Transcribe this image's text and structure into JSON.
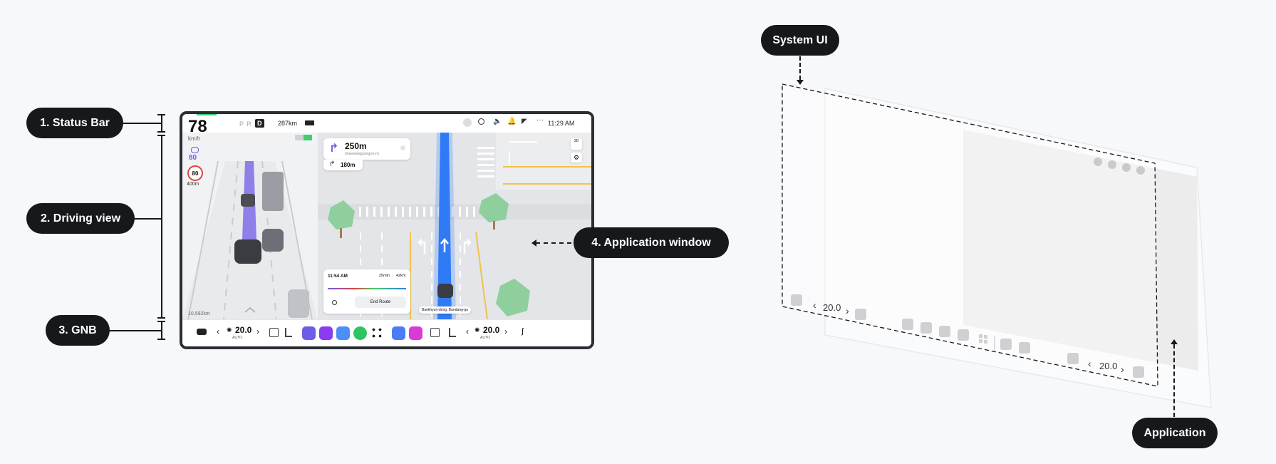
{
  "labels": {
    "status_bar": "1. Status Bar",
    "driving_view": "2. Driving view",
    "gnb": "3. GNB",
    "application_window": "4. Application  window",
    "system_ui": "System UI",
    "application": "Application"
  },
  "screen": {
    "speed": "78",
    "speed_unit": "km/h",
    "gears": "P R N",
    "gear_active": "D",
    "range": "287km",
    "clock": "11:29 AM",
    "speed_limit_set": "80",
    "speed_limit_sign": "80",
    "speed_limit_distance": "400m",
    "odometer": "10,592km",
    "nav_distance_main": "250m",
    "nav_street": "Daewangpangyo-ro",
    "nav_distance_next": "180m",
    "view_3d": "3D",
    "eta_time": "11:54 AM",
    "eta_duration": "25min",
    "eta_distance": "42km",
    "end_route": "End Route",
    "location_label": "Baekhyun-dong, Bundang-gu",
    "temp_left": "20.0",
    "temp_right": "20.0",
    "auto_label": "AUTO"
  },
  "wireframe": {
    "temp_left": "20.0",
    "temp_right": "20.0"
  },
  "colors": {
    "label_bg": "#16181c",
    "route_blue": "#2f7bf6",
    "tree_green": "#8fcf9d",
    "speed_limit_red": "#e0443e",
    "accent_purple": "#6d5ce8"
  }
}
